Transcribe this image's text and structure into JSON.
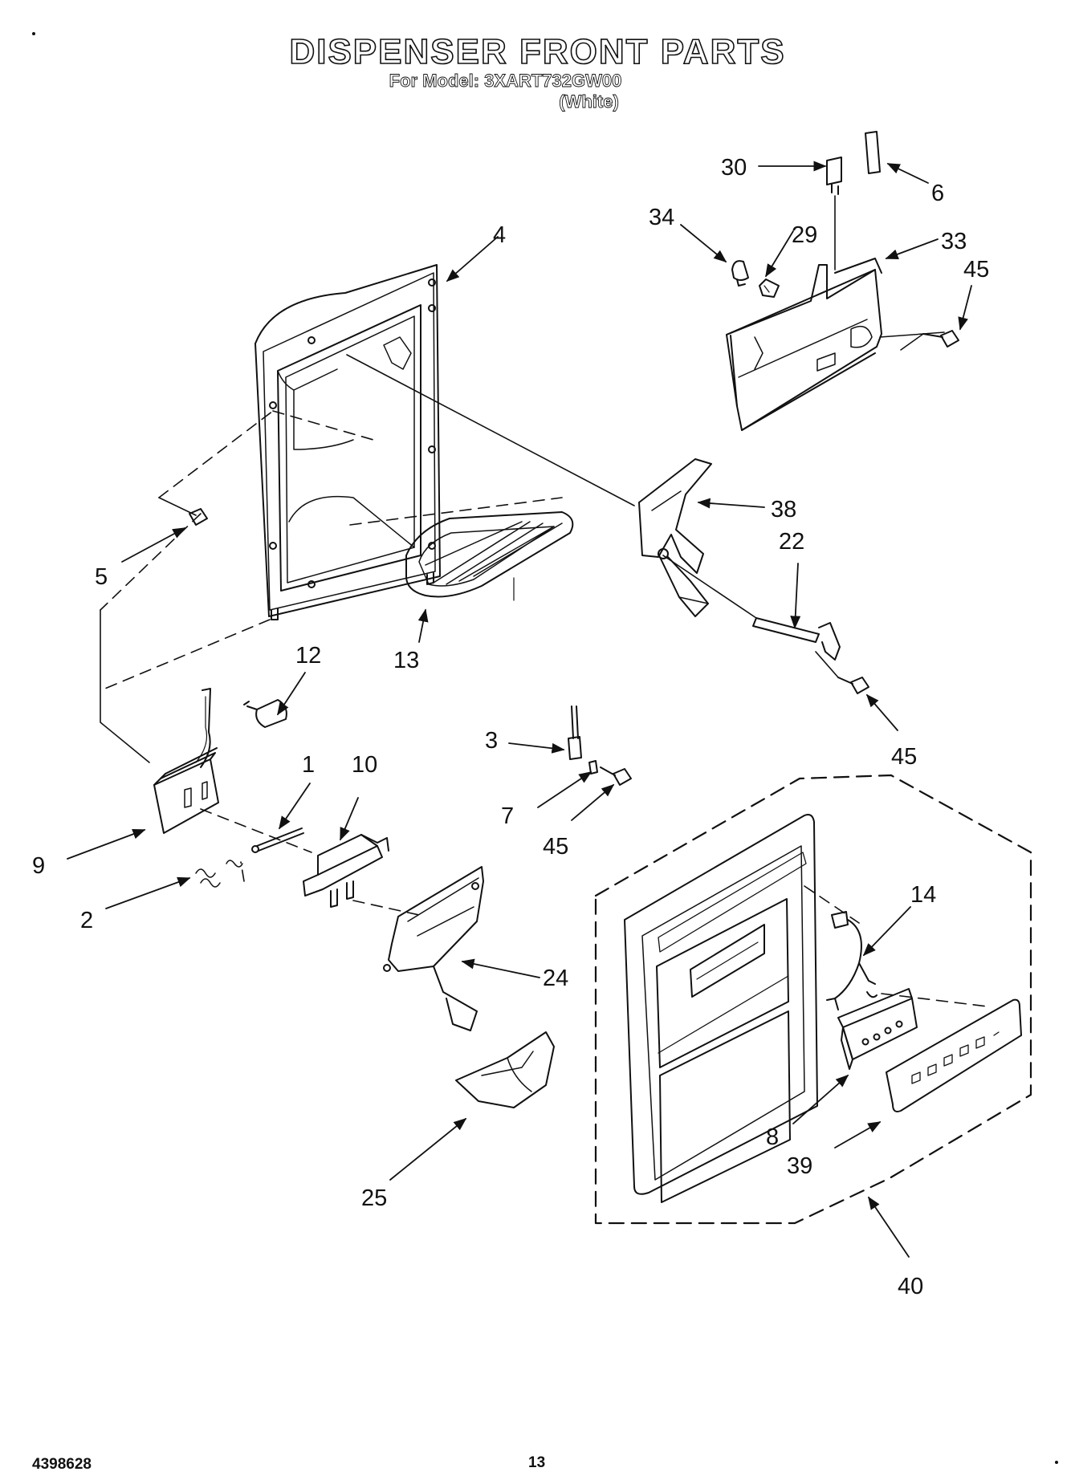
{
  "header": {
    "title": "DISPENSER FRONT PARTS",
    "model_line": "For Model: 3XART732GW00",
    "color_line": "(White)"
  },
  "callouts": {
    "c1": "1",
    "c2": "2",
    "c3": "3",
    "c4": "4",
    "c5": "5",
    "c6": "6",
    "c7": "7",
    "c8": "8",
    "c9": "9",
    "c10": "10",
    "c12": "12",
    "c13": "13",
    "c14": "14",
    "c22": "22",
    "c24": "24",
    "c25": "25",
    "c29": "29",
    "c30": "30",
    "c33": "33",
    "c34": "34",
    "c38": "38",
    "c39": "39",
    "c40": "40",
    "c45a": "45",
    "c45b": "45",
    "c45c": "45"
  },
  "footer": {
    "doc_number": "4398628",
    "page_number": "13"
  }
}
